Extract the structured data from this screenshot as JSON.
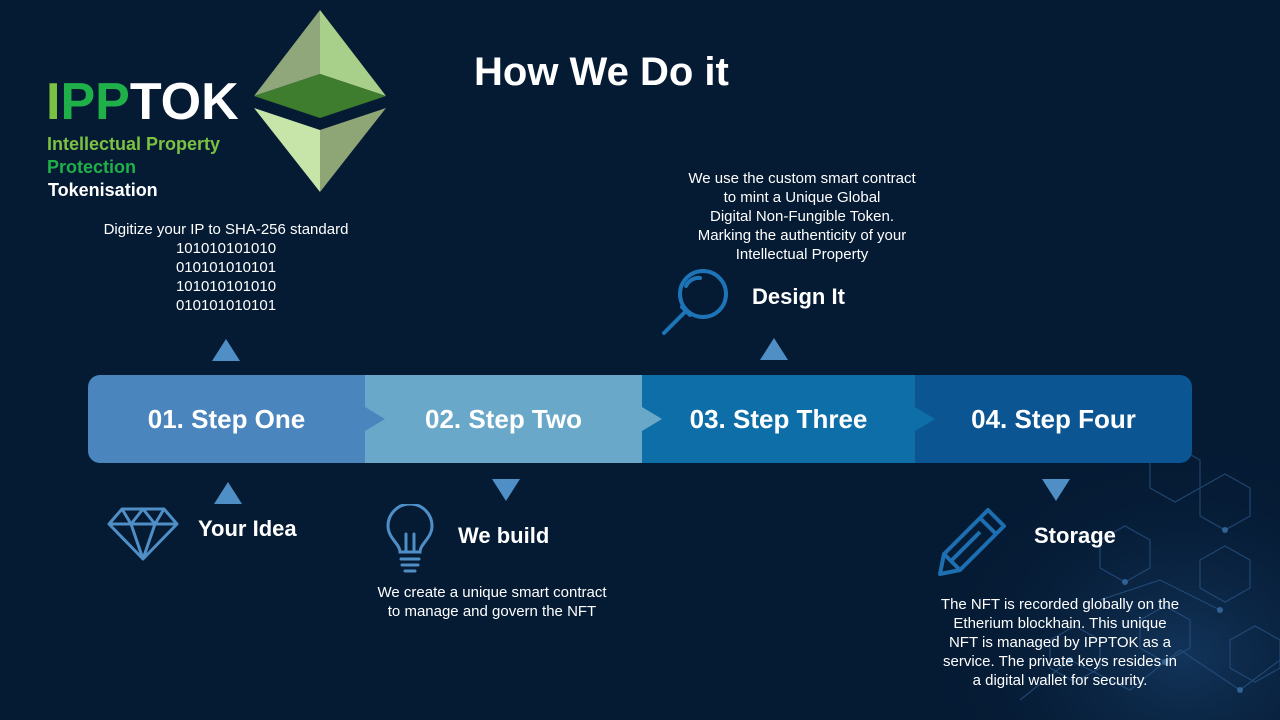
{
  "logo": {
    "letters": [
      {
        "text": "I",
        "color": "#7cc242"
      },
      {
        "text": "PP",
        "color": "#1fb04a"
      },
      {
        "text": "TOK",
        "color": "#ffffff"
      }
    ],
    "subtitle_lines": [
      {
        "text": "Intellectual Property",
        "color": "#7cc242"
      },
      {
        "text": "Protection",
        "color": "#1fb04a"
      },
      {
        "text": "Tokenisation",
        "color": "#ffffff"
      }
    ]
  },
  "title": "How We Do it",
  "steps": [
    {
      "label": "01. Step One",
      "color": "#4a85bd"
    },
    {
      "label": "02. Step Two",
      "color": "#6aa8c9"
    },
    {
      "label": "03. Step Three",
      "color": "#0e6ea8"
    },
    {
      "label": "04. Step Four",
      "color": "#0a5592"
    }
  ],
  "stages": {
    "your_idea": {
      "label": "Your Idea",
      "note_lines": [
        "Digitize your IP to SHA-256 standard",
        "101010101010",
        "010101010101",
        "101010101010",
        "010101010101"
      ]
    },
    "we_build": {
      "label": "We build",
      "note_lines": [
        "We create a unique smart contract",
        "to manage and govern the NFT"
      ]
    },
    "design_it": {
      "label": "Design It",
      "note_lines": [
        "We use the custom smart contract",
        "to mint a Unique Global",
        "Digital Non-Fungible Token.",
        "Marking the authenticity of your",
        "Intellectual Property"
      ]
    },
    "storage": {
      "label": "Storage",
      "note_lines": [
        "The NFT is recorded globally on the",
        "Etherium blockhain. This unique",
        "NFT is managed by IPPTOK as a",
        "service. The private keys resides in",
        "a digital wallet for security."
      ]
    }
  },
  "icons": {
    "idea": "diamond-icon",
    "build": "lightbulb-icon",
    "design": "magnifier-icon",
    "storage": "pencil-icon",
    "logo_mark": "ethereum-logo-icon"
  }
}
